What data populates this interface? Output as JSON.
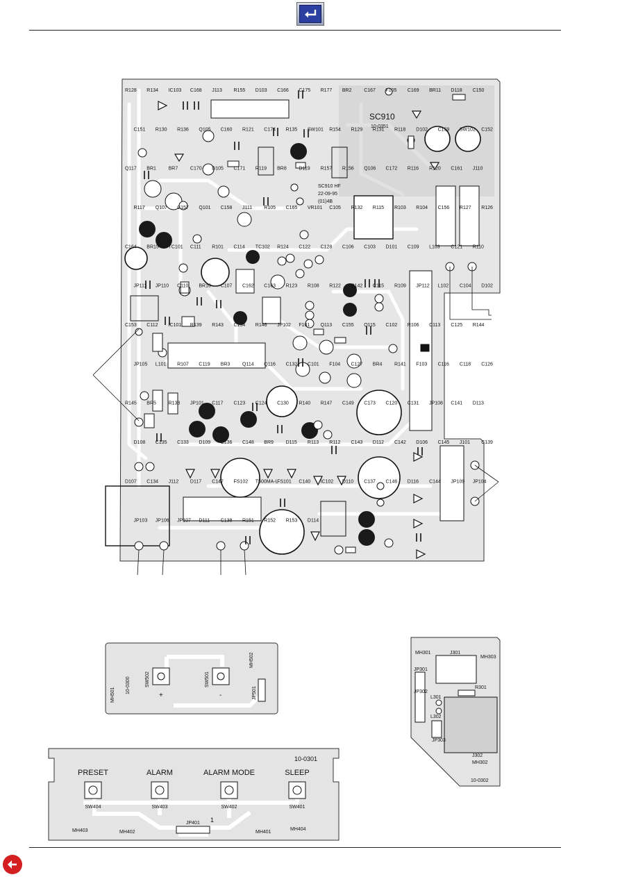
{
  "nav": {
    "top_icon": "return-arrow-icon",
    "back_icon": "back-arrow-icon",
    "accent": "#2a3fa0",
    "back_color": "#d31f1f"
  },
  "main_board": {
    "model": "SC910",
    "board_no": "10-0351",
    "hf_label": "SC910 HF",
    "date": "22-09-95",
    "rev": "(01)4B",
    "components": [
      "R128",
      "R134",
      "IC103",
      "C168",
      "J113",
      "R155",
      "D103",
      "C166",
      "C175",
      "R177",
      "BR2",
      "C167",
      "F105",
      "C169",
      "BR11",
      "D118",
      "C150",
      "C151",
      "R130",
      "R136",
      "Q105",
      "C160",
      "R121",
      "C174",
      "R135",
      "SW101",
      "R154",
      "R129",
      "R131",
      "R118",
      "D102",
      "C159",
      "SW102",
      "C152",
      "Q117",
      "BR1",
      "BR7",
      "C170",
      "D105",
      "C171",
      "R119",
      "BR8",
      "D119",
      "R157",
      "R156",
      "Q106",
      "C172",
      "R116",
      "R120",
      "C161",
      "J110",
      "R117",
      "Q107",
      "C157",
      "Q101",
      "C158",
      "J111",
      "R105",
      "C165",
      "VR101",
      "C105",
      "R132",
      "R115",
      "R103",
      "R104",
      "C156",
      "R127",
      "R126",
      "C164",
      "BR15",
      "TC101",
      "C111",
      "R101",
      "C114",
      "TC102",
      "R124",
      "C122",
      "C128",
      "C106",
      "C103",
      "D101",
      "C109",
      "L103",
      "C121",
      "R110",
      "JP111",
      "JP110",
      "C110",
      "BR10",
      "C107",
      "C162",
      "C163",
      "R123",
      "R108",
      "R122",
      "R142",
      "C115",
      "R109",
      "JP112",
      "L102",
      "C104",
      "D102",
      "C153",
      "C112",
      "IC101",
      "R139",
      "R143",
      "C154",
      "R146",
      "JP102",
      "F101",
      "Q113",
      "C155",
      "Q115",
      "C102",
      "R106",
      "C113",
      "C125",
      "R144",
      "JP105",
      "L101",
      "R107",
      "C119",
      "BR3",
      "Q114",
      "Q116",
      "C132",
      "C101",
      "F104",
      "C127",
      "BR4",
      "R141",
      "F103",
      "C116",
      "C118",
      "C126",
      "R145",
      "BR5",
      "R138",
      "JP101",
      "C117",
      "C123",
      "C124",
      "C130",
      "R140",
      "R147",
      "C149",
      "C173",
      "C120",
      "C131",
      "JP108",
      "C141",
      "D113",
      "D108",
      "C135",
      "C133",
      "D109",
      "C136",
      "C148",
      "BR9",
      "D115",
      "R113",
      "R112",
      "C143",
      "D112",
      "C142",
      "D106",
      "C145",
      "J101",
      "C139",
      "D107",
      "C134",
      "J112",
      "D117",
      "C147",
      "FS102",
      "T500MA-L",
      "FS101",
      "C140",
      "IC102",
      "D110",
      "C137",
      "C146",
      "D116",
      "C144",
      "JP109",
      "JP104",
      "JP103",
      "JP106",
      "JP107",
      "D111",
      "C138",
      "R151",
      "R152",
      "R153",
      "D114"
    ]
  },
  "board_0300": {
    "board_no": "10-0300",
    "labels": [
      "MH501",
      "SW502",
      "SW501",
      "MH502",
      "JP501"
    ],
    "plus": "+",
    "minus": "-"
  },
  "board_0302": {
    "board_no": "10-0302",
    "labels": [
      "MH301",
      "J301",
      "MH303",
      "JP301",
      "JP302",
      "R301",
      "L301",
      "L302",
      "JP303",
      "J302",
      "MH302"
    ]
  },
  "board_0301": {
    "board_no": "10-0301",
    "buttons": [
      {
        "label": "PRESET",
        "sw": "SW404"
      },
      {
        "label": "ALARM",
        "sw": "SW403"
      },
      {
        "label": "ALARM MODE",
        "sw": "SW402"
      },
      {
        "label": "SLEEP",
        "sw": "SW401"
      }
    ],
    "labels": [
      "MH403",
      "MH402",
      "JP401",
      "1",
      "MH401",
      "MH404"
    ]
  }
}
